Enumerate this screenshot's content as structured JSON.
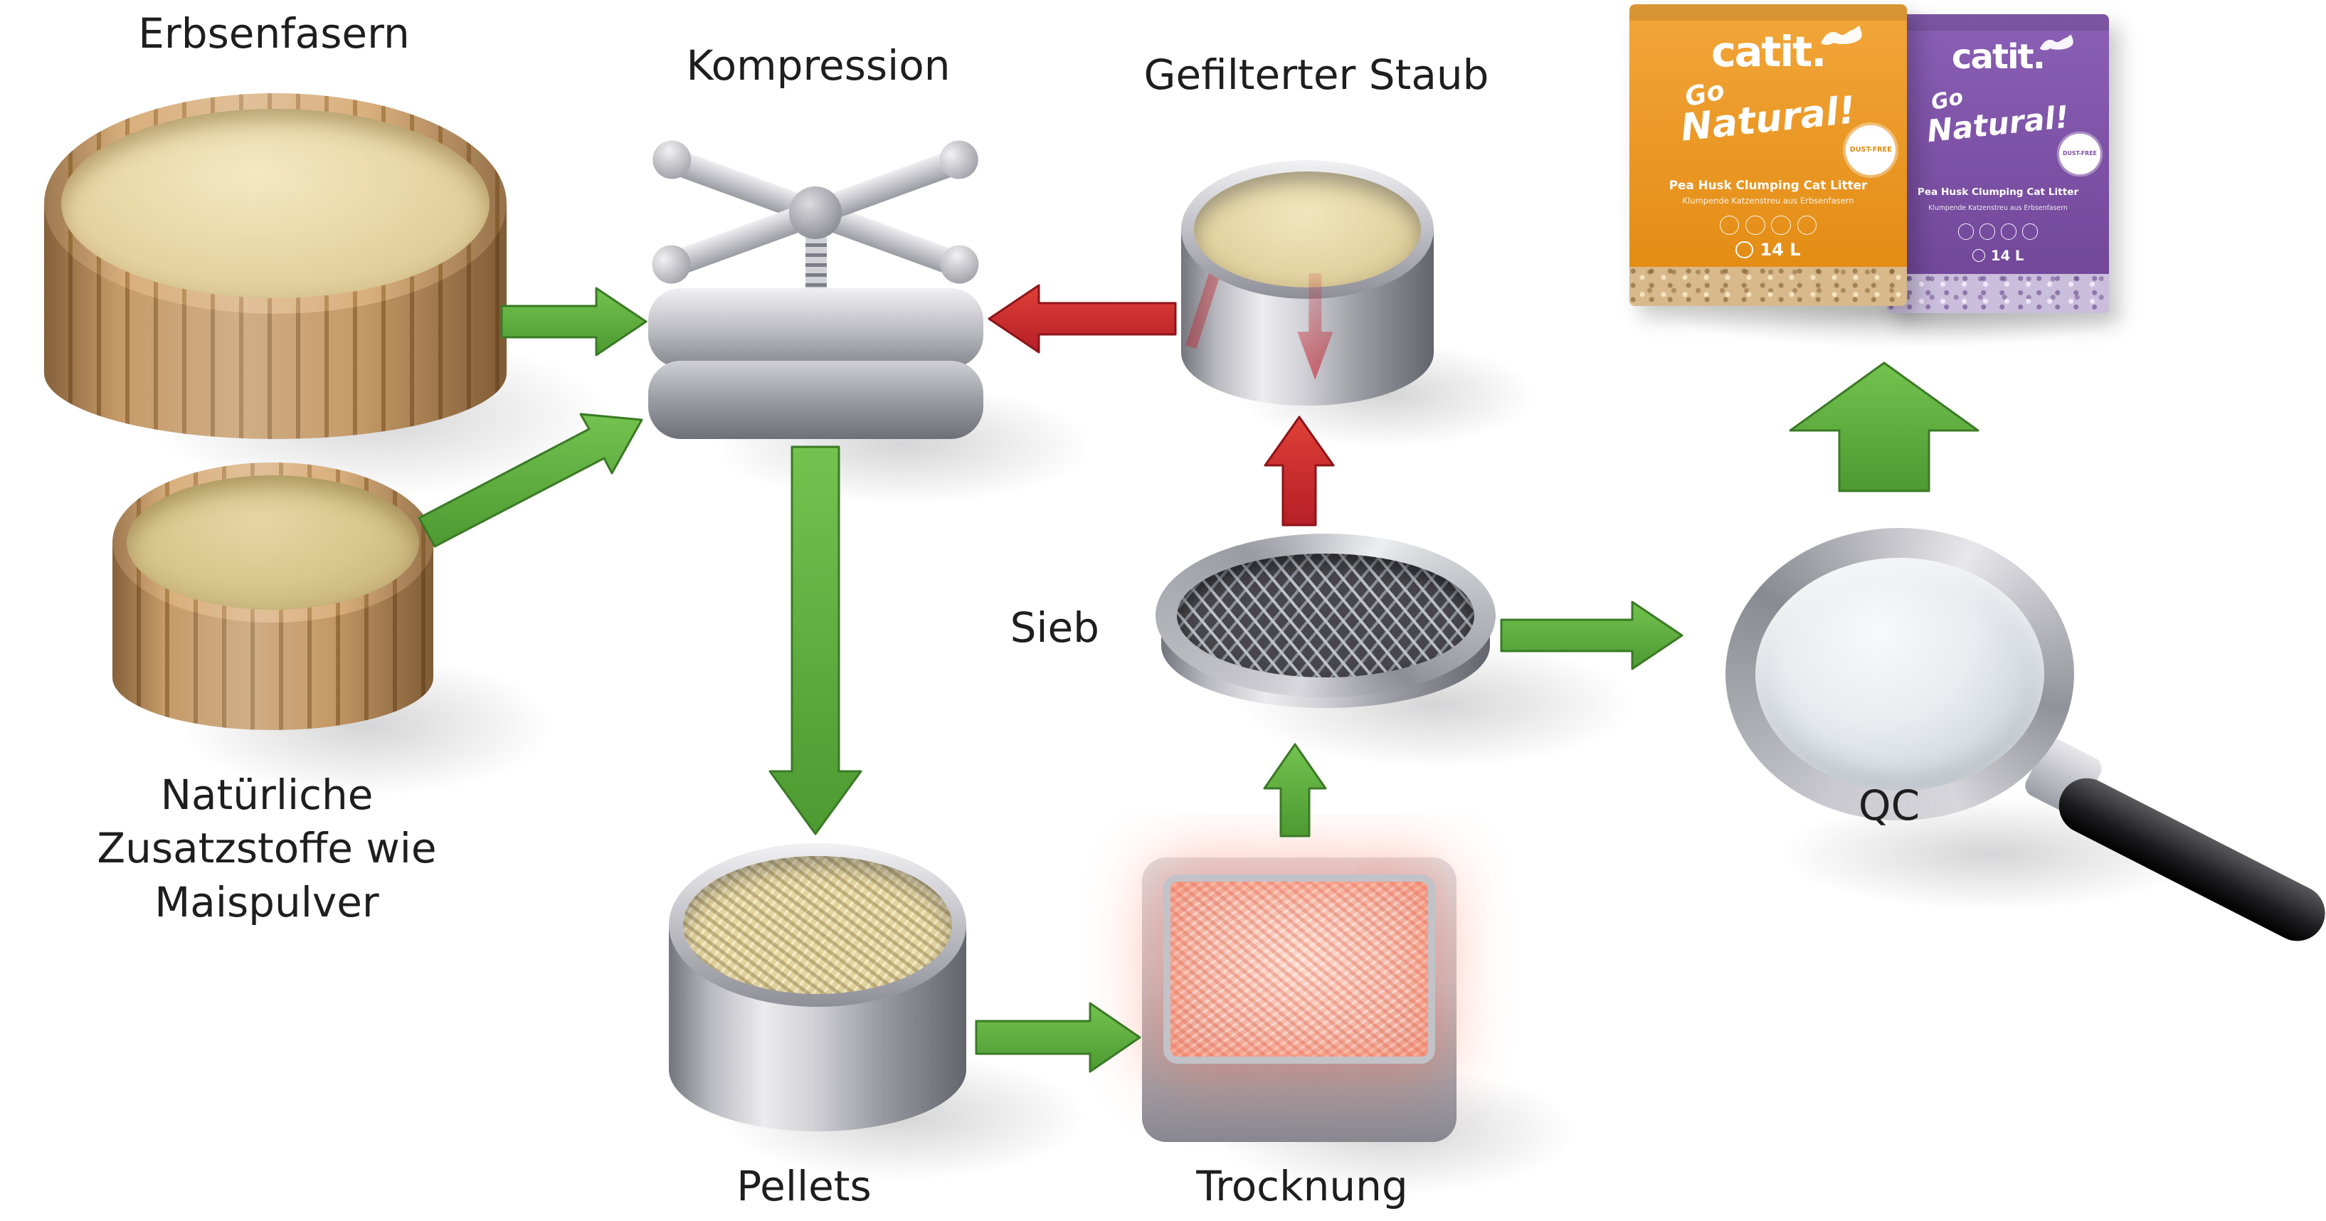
{
  "diagram": {
    "nodes": {
      "pea_fibers": {
        "label": "Erbsenfasern"
      },
      "additives": {
        "label": "Natürliche Zusatzstoffe wie Maispulver"
      },
      "compression": {
        "label": "Kompression"
      },
      "pellets": {
        "label": "Pellets"
      },
      "drying": {
        "label": "Trocknung"
      },
      "sieve": {
        "label": "Sieb"
      },
      "filtered_dust": {
        "label": "Gefilterter Staub"
      },
      "qc": {
        "label": "QC"
      }
    },
    "flow": [
      {
        "from": "pea_fibers",
        "to": "compression",
        "color": "green"
      },
      {
        "from": "additives",
        "to": "compression",
        "color": "green"
      },
      {
        "from": "compression",
        "to": "pellets",
        "color": "green"
      },
      {
        "from": "pellets",
        "to": "drying",
        "color": "green"
      },
      {
        "from": "drying",
        "to": "sieve",
        "color": "green"
      },
      {
        "from": "sieve",
        "to": "filtered_dust",
        "color": "red"
      },
      {
        "from": "filtered_dust",
        "to": "compression",
        "color": "red"
      },
      {
        "from": "sieve",
        "to": "qc",
        "color": "green"
      },
      {
        "from": "qc",
        "to": "finished_product",
        "color": "green"
      }
    ],
    "colors": {
      "arrow_green": "#5cad3d",
      "arrow_red": "#d2232a",
      "text": "#1e1e1e",
      "box_orange": "#e8951d",
      "box_purple": "#7b4fa0"
    },
    "product_boxes": {
      "brand": "catit.",
      "script_line1": "Go",
      "script_line2": "Natural!",
      "badge": "DUST-FREE",
      "subtitle_en": "Pea Husk Clumping Cat Litter",
      "subtitle_de": "Klumpende Katzenstreu aus Erbsenfasern",
      "volume": "14 L"
    }
  }
}
